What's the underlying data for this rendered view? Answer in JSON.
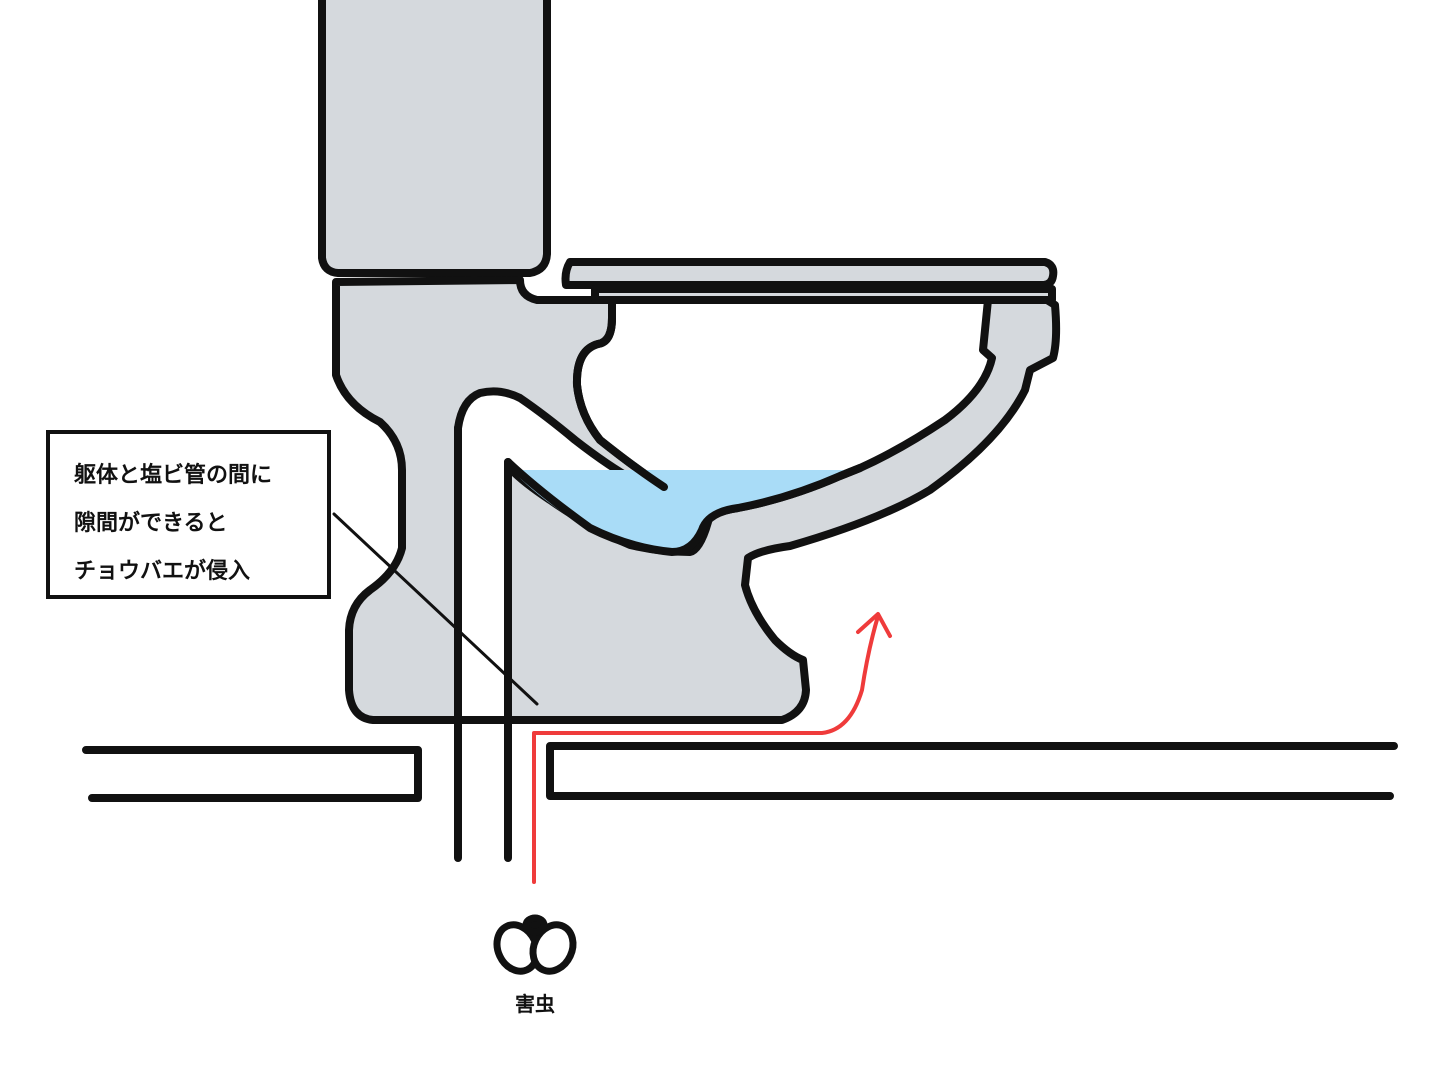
{
  "callout": {
    "lines": [
      "躯体と塩ビ管の間に",
      "隙間ができると",
      "チョウバエが侵入"
    ]
  },
  "pest": {
    "label": "害虫"
  },
  "colors": {
    "porcelain": "#d5d9dd",
    "outline": "#111111",
    "water": "#a9dcf7",
    "arrow": "#ef3b3b"
  }
}
